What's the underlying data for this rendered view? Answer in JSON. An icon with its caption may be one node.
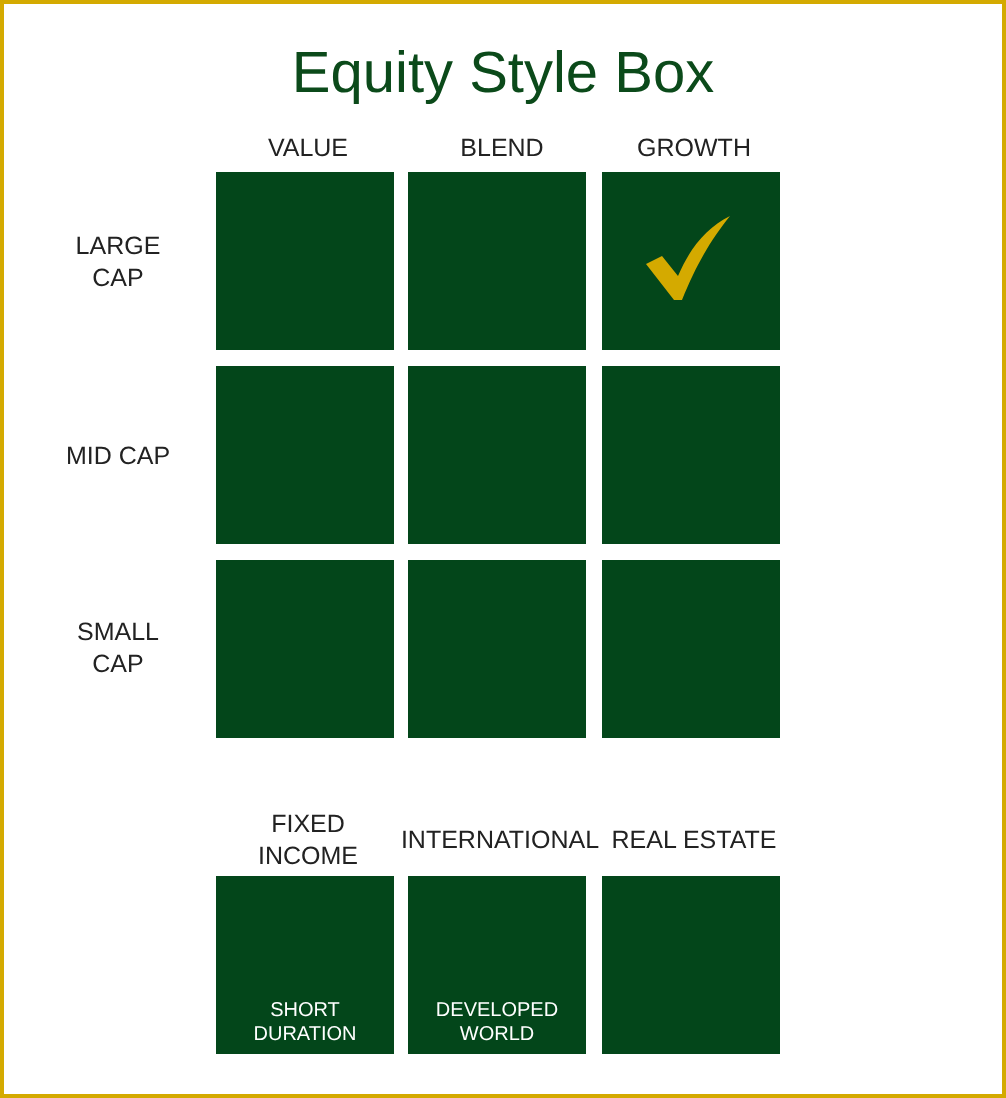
{
  "diagram": {
    "title": "Equity Style Box",
    "nodes": [
      {
        "text": [],
        "shape": "box"
      },
      {
        "text": [],
        "shape": "box"
      },
      {
        "text": [],
        "shape": "box"
      },
      {
        "text": [],
        "shape": "picture",
        "in": 2
      },
      {
        "text": [],
        "shape": "box"
      },
      {
        "text": [],
        "shape": "box"
      },
      {
        "text": [],
        "shape": "box"
      },
      {
        "text": [],
        "shape": "box"
      },
      {
        "text": [],
        "shape": "box"
      },
      {
        "text": [],
        "shape": "box"
      },
      {
        "text": [
          "SHORT DURATION"
        ]
      },
      {
        "text": [
          "DEVELOPED WORLD"
        ]
      },
      {
        "text": [],
        "shape": "box"
      }
    ],
    "labels": [
      "VALUE",
      "BLEND",
      "GROWTH",
      "LARGE CAP",
      "MID CAP",
      "SMALL CAP",
      "FIXED INCOME",
      "INTERNATIONAL",
      "REAL ESTATE"
    ]
  }
}
